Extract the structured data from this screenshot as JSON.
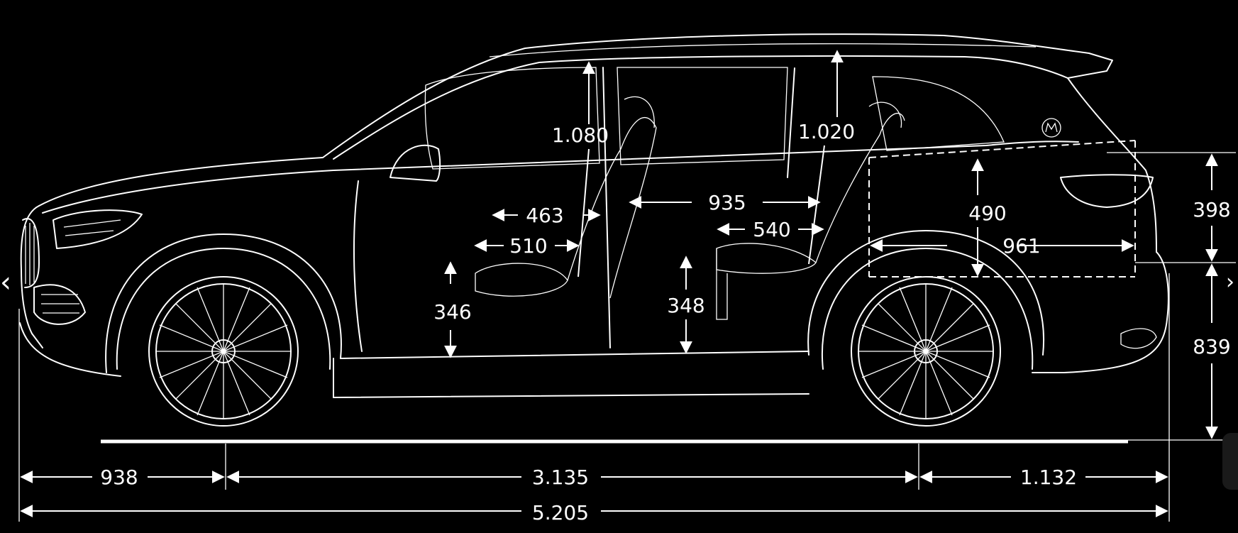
{
  "nav": {
    "prev_glyph": "‹",
    "next_glyph": "›"
  },
  "colors": {
    "background": "#000000",
    "line": "#ffffff"
  },
  "icons": [
    "chevron-left-icon",
    "chevron-right-icon",
    "maybach-emblem-icon",
    "wheel-icon"
  ],
  "dimensions": {
    "overall_length": "5.205",
    "front_overhang": "938",
    "wheelbase": "3.135",
    "rear_overhang": "1.132",
    "front_headroom": "1.080",
    "rear_headroom": "1.020",
    "front_seat_depth": "463",
    "front_seat_width": "510",
    "front_seat_height": "346",
    "rear_legroom": "935",
    "rear_seat_depth": "540",
    "rear_seat_height": "348",
    "cargo_height": "490",
    "cargo_length": "961",
    "upper_rear_height": "398",
    "lower_rear_height": "839"
  }
}
